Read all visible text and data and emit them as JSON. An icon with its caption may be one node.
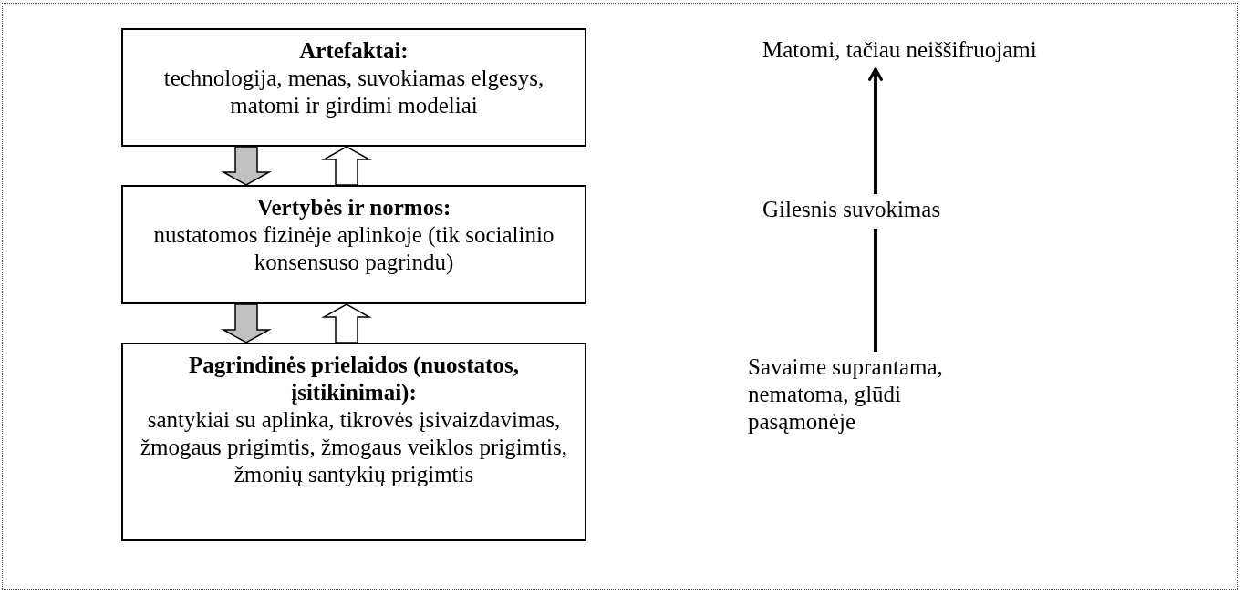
{
  "diagram": {
    "nodes": [
      {
        "text": [
          "Artefaktai:",
          "technologija, menas, suvokiamas elgesys, matomi ir girdimi modeliai"
        ]
      },
      {
        "text": [
          "Vertybės ir normos:",
          "nustatomos fizinėje aplinkoje (tik socialinio konsensuso pagrindu)"
        ]
      },
      {
        "text": [
          "Pagrindinės prielaidos (nuostatos, įsitikinimai):",
          "santykiai su aplinka, tikrovės įsivaizdavimas, žmogaus prigimtis, žmogaus veiklos prigimtis, žmonių santykių prigimtis"
        ]
      },
      {
        "text": [
          "Matomi, tačiau neiššifruojami"
        ]
      },
      {
        "text": [
          "Gilesnis suvokimas"
        ]
      },
      {
        "text": [
          "Savaime suprantama, nematoma, glūdi pasąmonėje"
        ]
      }
    ],
    "edges": [
      {
        "from": 0,
        "to": 1,
        "arrow": "to",
        "color": "#c0c0c0"
      },
      {
        "from": 1,
        "to": 0,
        "arrow": "to"
      },
      {
        "from": 1,
        "to": 2,
        "arrow": "to",
        "color": "#c0c0c0"
      },
      {
        "from": 2,
        "to": 1,
        "arrow": "to"
      },
      {
        "from": 4,
        "to": 3,
        "arrow": "to"
      },
      {
        "from": 5,
        "to": 4,
        "arrow": "none"
      }
    ]
  }
}
